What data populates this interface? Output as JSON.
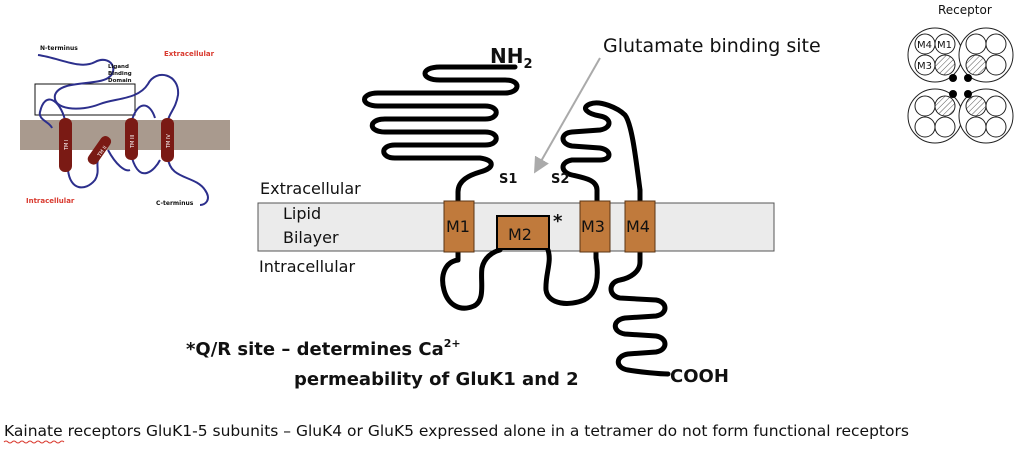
{
  "inset_topology": {
    "n_terminus": "N-terminus",
    "ligand_domain": [
      "Ligand",
      "Binding",
      "Domain"
    ],
    "extracellular": "Extracellular",
    "intracellular": "Intracellular",
    "c_terminus": "C-terminus",
    "tm_labels": [
      "TM I",
      "TM II",
      "TM III",
      "TM IV"
    ]
  },
  "main_diagram": {
    "nh2_main": "NH",
    "nh2_sub": "2",
    "glutamate_label": "Glutamate binding site",
    "s1": "S1",
    "s2": "S2",
    "extracellular": "Extracellular",
    "lipid": "Lipid",
    "bilayer": "Bilayer",
    "intracellular": "Intracellular",
    "segments": [
      "M1",
      "M2",
      "M3",
      "M4"
    ],
    "qr_marker": "*",
    "cooh": "COOH",
    "qr_line1_main": "*Q/R site – determines Ca",
    "qr_line1_sup": "2+",
    "qr_line2": "permeability of GluK1 and 2"
  },
  "receptor_inset": {
    "title": "Receptor",
    "labels": [
      "M4",
      "M1",
      "M3"
    ]
  },
  "caption": {
    "word": "Kainate",
    "rest": " receptors GluK1-5 subunits – GluK4 or GluK5 expressed alone in a tetramer do not form functional receptors"
  },
  "colors": {
    "segment_fill": "#c07a3c",
    "membrane": "#ebebeb",
    "inset_membrane": "#a99a8e",
    "inset_red": "#d93a2f",
    "inset_helix": "#7a1a14",
    "inset_strand": "#2c2f8c"
  }
}
